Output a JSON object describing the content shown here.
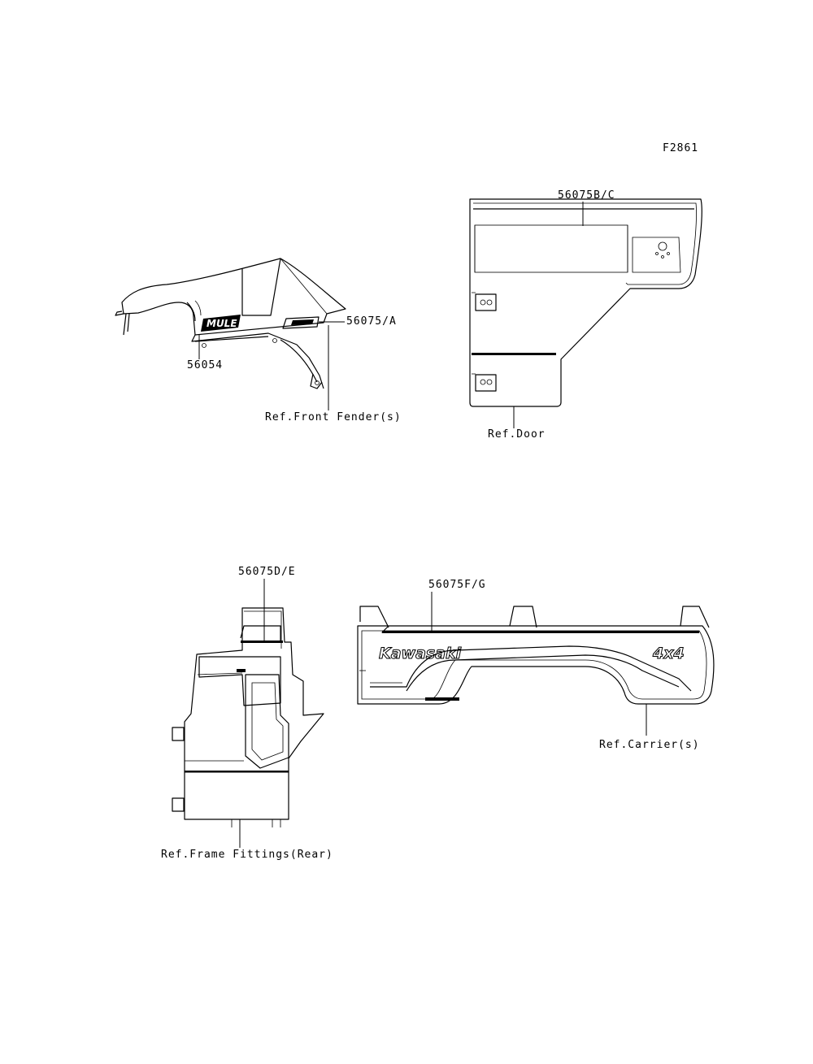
{
  "figure_id": "F2861",
  "callouts": {
    "p56054": "56054",
    "p56075_a": "56075/A",
    "p56075_bc": "56075B/C",
    "p56075_de": "56075D/E",
    "p56075_fg": "56075F/G"
  },
  "references": {
    "front_fender": "Ref.Front Fender(s)",
    "door": "Ref.Door",
    "frame_fittings_rear": "Ref.Frame Fittings(Rear)",
    "carrier": "Ref.Carrier(s)"
  },
  "decals": {
    "mule_logo": "MULE",
    "kawasaki_logo": "Kawasaki",
    "four_by_four": "4x4"
  }
}
